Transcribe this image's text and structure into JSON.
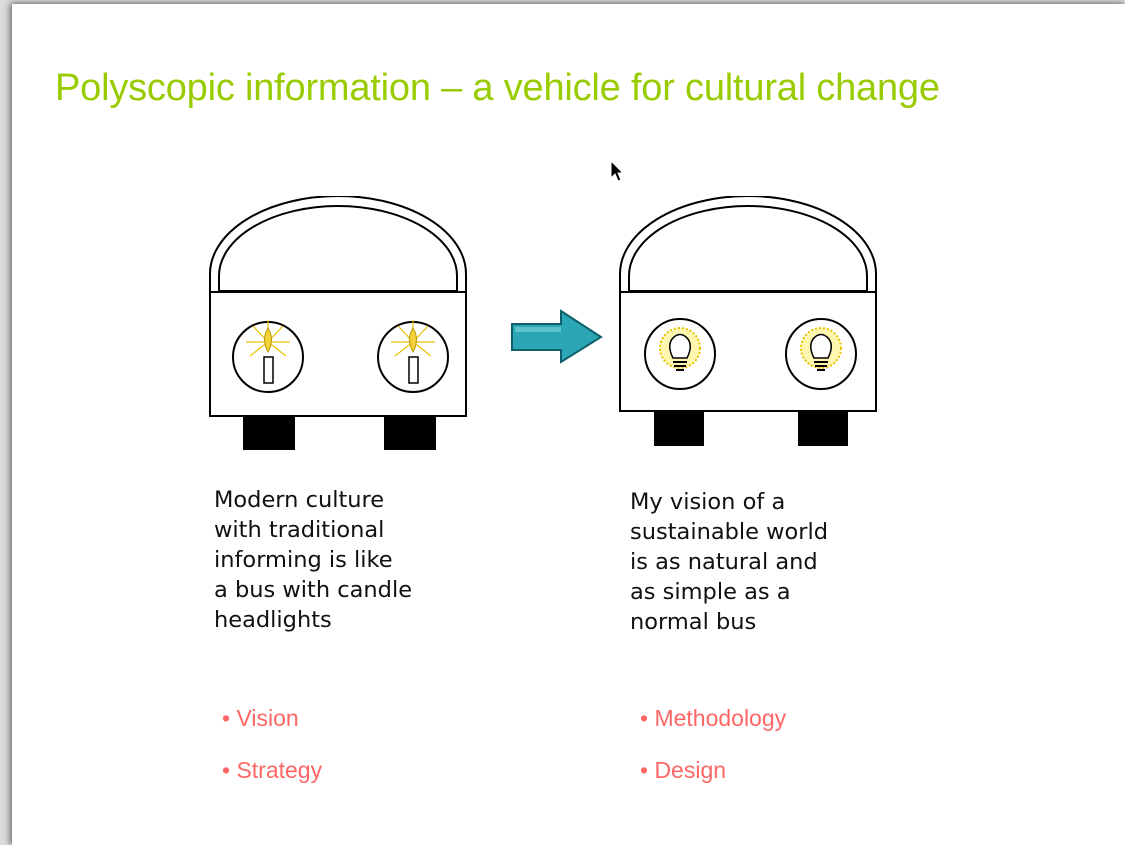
{
  "slide": {
    "title": "Polyscopic information – a vehicle for cultural change",
    "left": {
      "caption": [
        "Modern culture",
        "with traditional",
        "informing is like",
        "a bus with candle",
        "headlights"
      ],
      "bullets": [
        "•  Vision",
        "•  Strategy"
      ],
      "headlight_icon": "candle-icon"
    },
    "right": {
      "caption": [
        "My vision of a",
        "sustainable world",
        "is as natural and",
        "as simple as a",
        "normal bus"
      ],
      "bullets": [
        "• Methodology",
        "• Design"
      ],
      "headlight_icon": "light-bulb-icon"
    },
    "transition_icon": "arrow-right-icon",
    "colors": {
      "title": "#99cc00",
      "bullets": "#ff6666",
      "arrow": "#2aa6b4",
      "wheel": "#000000"
    }
  }
}
